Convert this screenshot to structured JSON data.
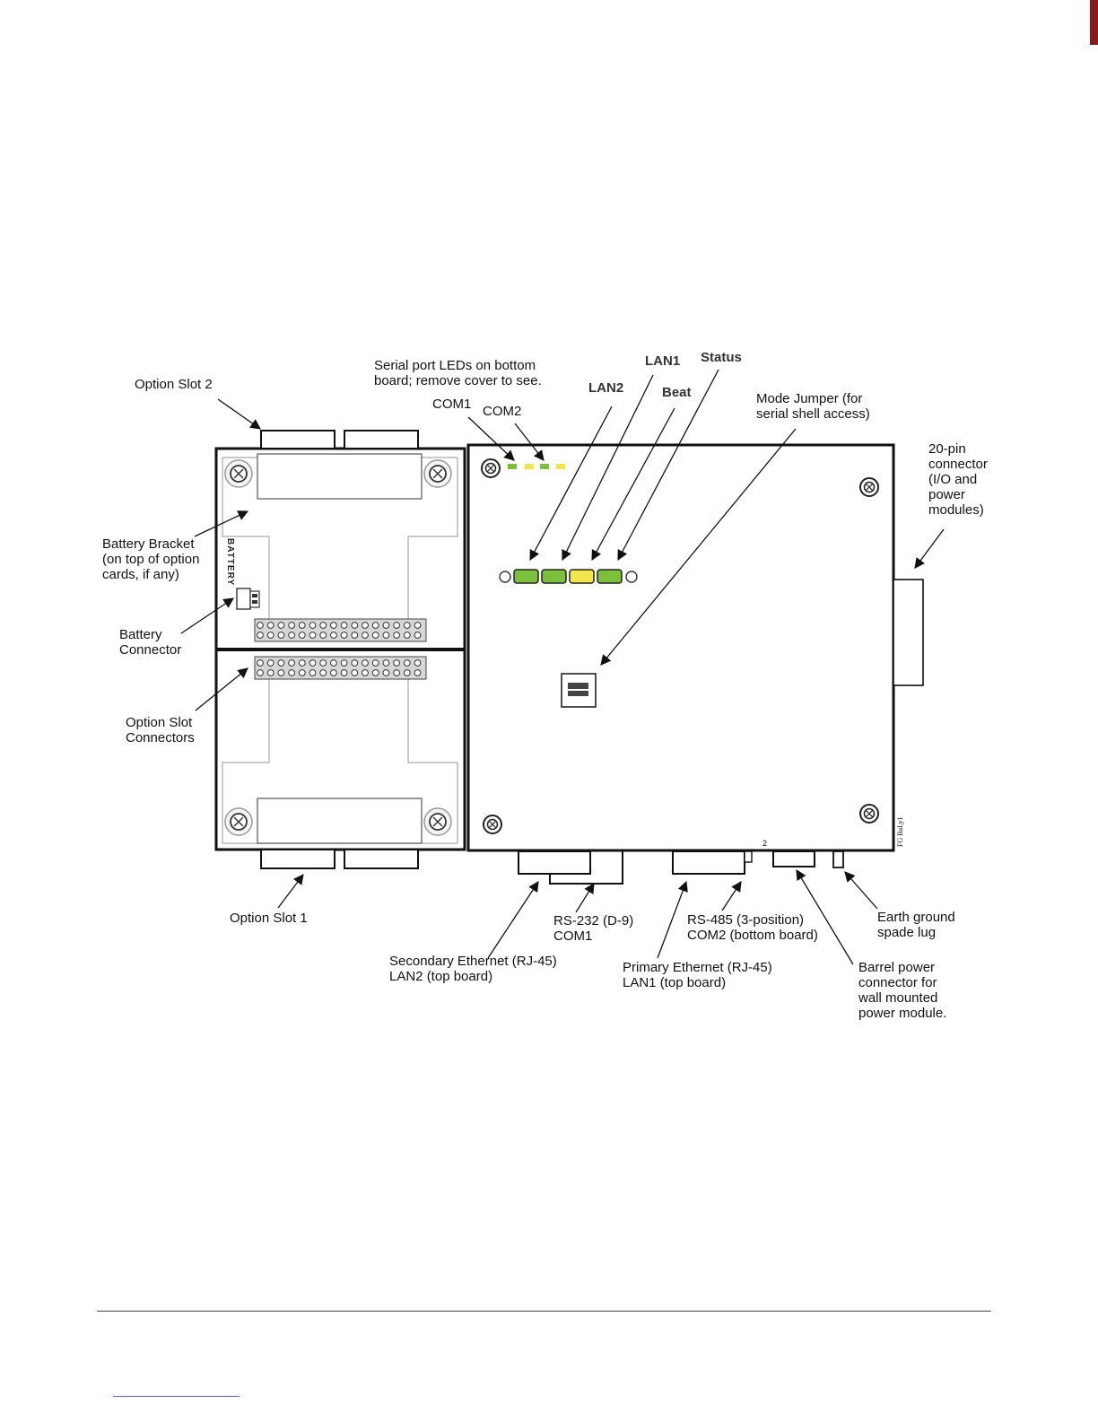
{
  "labels": {
    "option_slot_2": "Option Slot 2",
    "serial_leds": [
      "Serial port LEDs on bottom",
      "board; remove cover to see."
    ],
    "com1": "COM1",
    "com2": "COM2",
    "lan2": "LAN2",
    "lan1": "LAN1",
    "beat": "Beat",
    "status": "Status",
    "mode_jumper": [
      "Mode Jumper (for",
      "serial shell access)"
    ],
    "connector_20pin": [
      "20-pin",
      "connector",
      "(I/O and",
      "power",
      "modules)"
    ],
    "battery_bracket": [
      "Battery Bracket",
      "(on top of option",
      "cards, if any)"
    ],
    "battery_connector": [
      "Battery",
      "Connector"
    ],
    "option_slot_connectors": [
      "Option Slot",
      "Connectors"
    ],
    "option_slot_1": "Option Slot 1",
    "rs232": [
      "RS-232 (D-9)",
      "COM1"
    ],
    "rs485": [
      "RS-485 (3-position)",
      "COM2 (bottom board)"
    ],
    "earth_ground": [
      "Earth ground",
      "spade lug"
    ],
    "secondary_ethernet": [
      "Secondary Ethernet (RJ-45)",
      "LAN2 (top board)"
    ],
    "primary_ethernet": [
      "Primary Ethernet (RJ-45)",
      "LAN1 (top board)"
    ],
    "barrel_power": [
      "Barrel power",
      "connector for",
      "wall mounted",
      "power module."
    ],
    "battery_text": "BATTERY"
  },
  "colors": {
    "led_green": "#7cbf3a",
    "led_yellow": "#f2e64b",
    "board_outline": "#111111",
    "accent_bar": "#8b1a1a"
  },
  "icons": [
    "screw-icon",
    "dip-switch-icon",
    "pin-header-icon"
  ]
}
